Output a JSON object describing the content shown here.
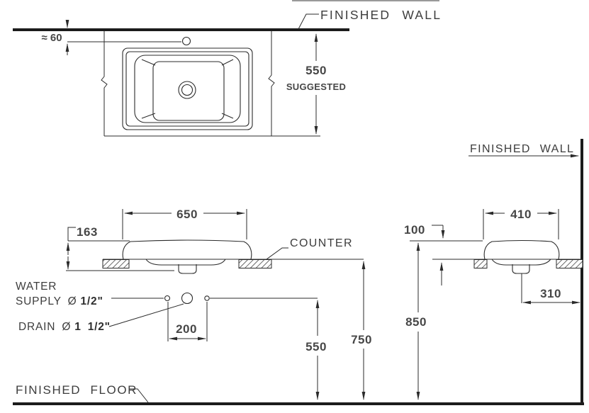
{
  "title": "Wash basin installation dimension drawing",
  "plan_view": {
    "finished_wall_label": "FINISHED WALL",
    "wall_to_faucet_dim": "≈ 60",
    "height_dim": "550",
    "height_note": "SUGGESTED"
  },
  "front_view": {
    "width_dim": "650",
    "basin_height_dim": "163",
    "counter_label": "COUNTER",
    "water_supply_label_line1": "WATER",
    "water_supply_label_line2": "SUPPLY Ø",
    "water_supply_size": "1/2\"",
    "drain_label": "DRAIN Ø",
    "drain_size": "1 1/2\"",
    "supply_spacing_dim": "200",
    "supply_height_dim": "550",
    "counter_height_dim": "750",
    "finished_floor_label": "FINISHED FLOOR"
  },
  "side_view": {
    "finished_wall_label": "FINISHED WALL",
    "depth_dim": "410",
    "rim_above_counter_dim": "100",
    "rim_height_dim": "850",
    "drain_to_wall_dim": "310"
  }
}
